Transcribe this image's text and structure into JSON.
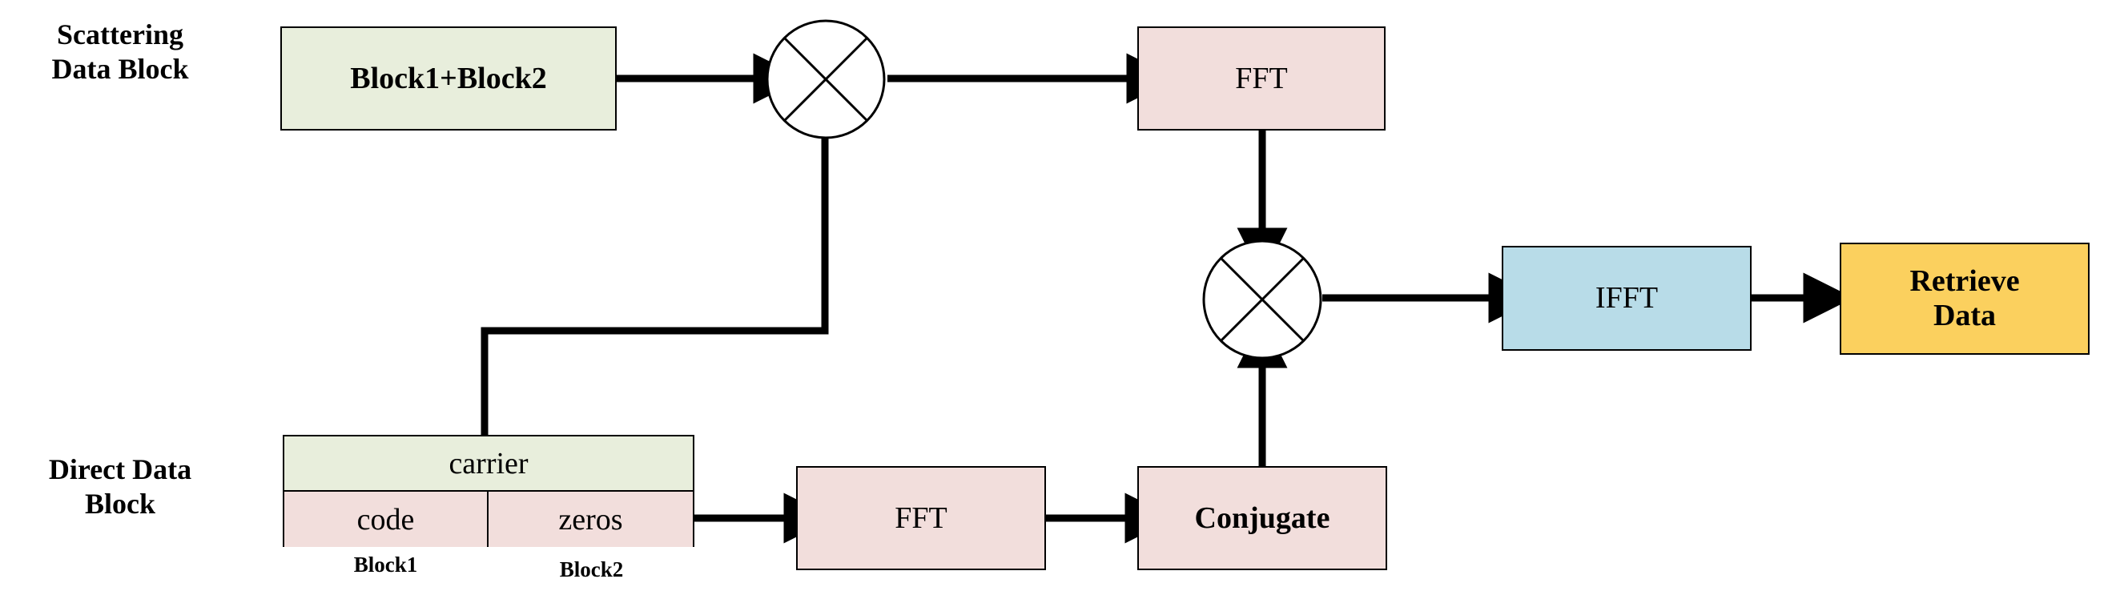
{
  "diagram": {
    "title_hidden": "Scattering and direct data block correlation processing chain",
    "side_labels": [
      {
        "id": "scattering",
        "text": "Scattering\nData Block"
      },
      {
        "id": "direct",
        "text": "Direct Data\nBlock"
      }
    ],
    "nodes": [
      {
        "id": "block1plus2",
        "label": "Block1+Block2",
        "fill": "#E8EEDC",
        "weight": "bold",
        "font_size": 38
      },
      {
        "id": "fft_top",
        "label": "FFT",
        "fill": "#F2DEDC",
        "weight": "normal",
        "font_size": 38
      },
      {
        "id": "ifft",
        "label": "IFFT",
        "fill": "#B8DCE8",
        "weight": "normal",
        "font_size": 38
      },
      {
        "id": "retrieve",
        "label": "Retrieve\nData",
        "fill": "#FBD05E",
        "weight": "bold",
        "font_size": 38
      },
      {
        "id": "fft_bottom",
        "label": "FFT",
        "fill": "#F2DEDC",
        "weight": "normal",
        "font_size": 38
      },
      {
        "id": "conjugate",
        "label": "Conjugate",
        "fill": "#F2DEDC",
        "weight": "bold",
        "font_size": 38
      }
    ],
    "composite_block": {
      "id": "direct-data-composite",
      "carrier": {
        "label": "carrier",
        "fill": "#E8EEDC"
      },
      "code": {
        "label": "code",
        "fill": "#F2DEDC"
      },
      "zeros": {
        "label": "zeros",
        "fill": "#F2DEDC"
      },
      "sub_labels": [
        {
          "id": "block1",
          "text": "Block1"
        },
        {
          "id": "block2",
          "text": "Block2"
        }
      ]
    },
    "mixers": [
      {
        "id": "mixer-top",
        "symbol": "cross-in-circle"
      },
      {
        "id": "mixer-bottom",
        "symbol": "cross-in-circle"
      }
    ],
    "colors": {
      "stroke": "#000000",
      "green": "#E8EEDC",
      "pink": "#F2DEDC",
      "blue": "#B8DCE8",
      "yellow": "#FBD05E",
      "background": "#FFFFFF"
    }
  }
}
